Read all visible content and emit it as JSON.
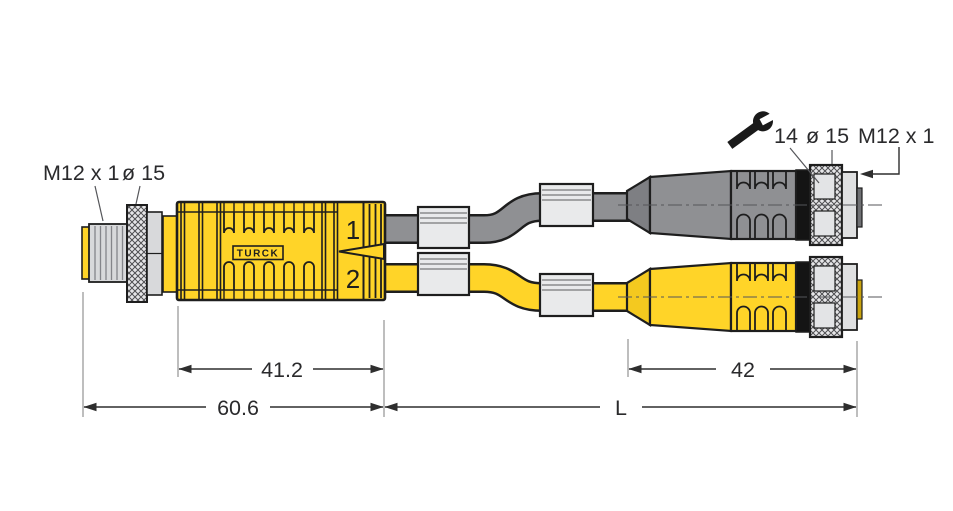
{
  "labels": {
    "left_thread": "M12 x 1",
    "left_diameter": "ø 15",
    "wrench_size": "14",
    "right_diameter": "ø 15",
    "right_thread": "M12 x 1"
  },
  "splitter": {
    "brand": "TURCK",
    "port1": "1",
    "port2": "2"
  },
  "dimensions": {
    "splitter_length": "41.2",
    "left_total": "60.6",
    "right_connector_length": "42",
    "cable_length": "L"
  },
  "icons": {
    "wrench": "wrench-icon"
  },
  "colors": {
    "turck_yellow": "#FFD428",
    "cable_gray": "#8F9093",
    "boot_gray": "#7E7F83",
    "light_gray": "#E3E4E6",
    "black_ring": "#141414",
    "outline": "#1E1E1E",
    "dimension_line": "#2E2E2E",
    "extension_line": "#9B9B9B",
    "background": "#FFFFFF"
  }
}
